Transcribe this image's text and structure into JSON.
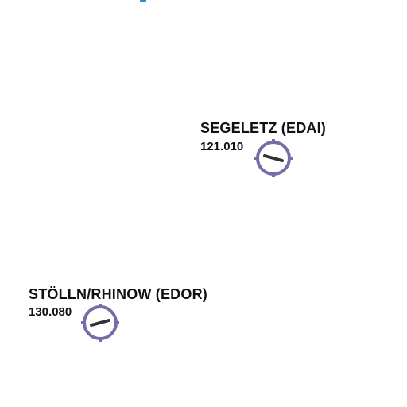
{
  "map": {
    "airfields": [
      {
        "name": "SEGELETZ (EDAI)",
        "frequency": "121.010",
        "symbol": "aerodrome-symbol-icon"
      },
      {
        "name": "STÖLLN/RHINOW (EDOR)",
        "frequency": "130.080",
        "symbol": "aerodrome-symbol-icon"
      }
    ],
    "colors": {
      "aerodrome_symbol": "#7a6aa6",
      "label_text": "#111111",
      "edge_fragment": "#1e8fd0"
    }
  }
}
